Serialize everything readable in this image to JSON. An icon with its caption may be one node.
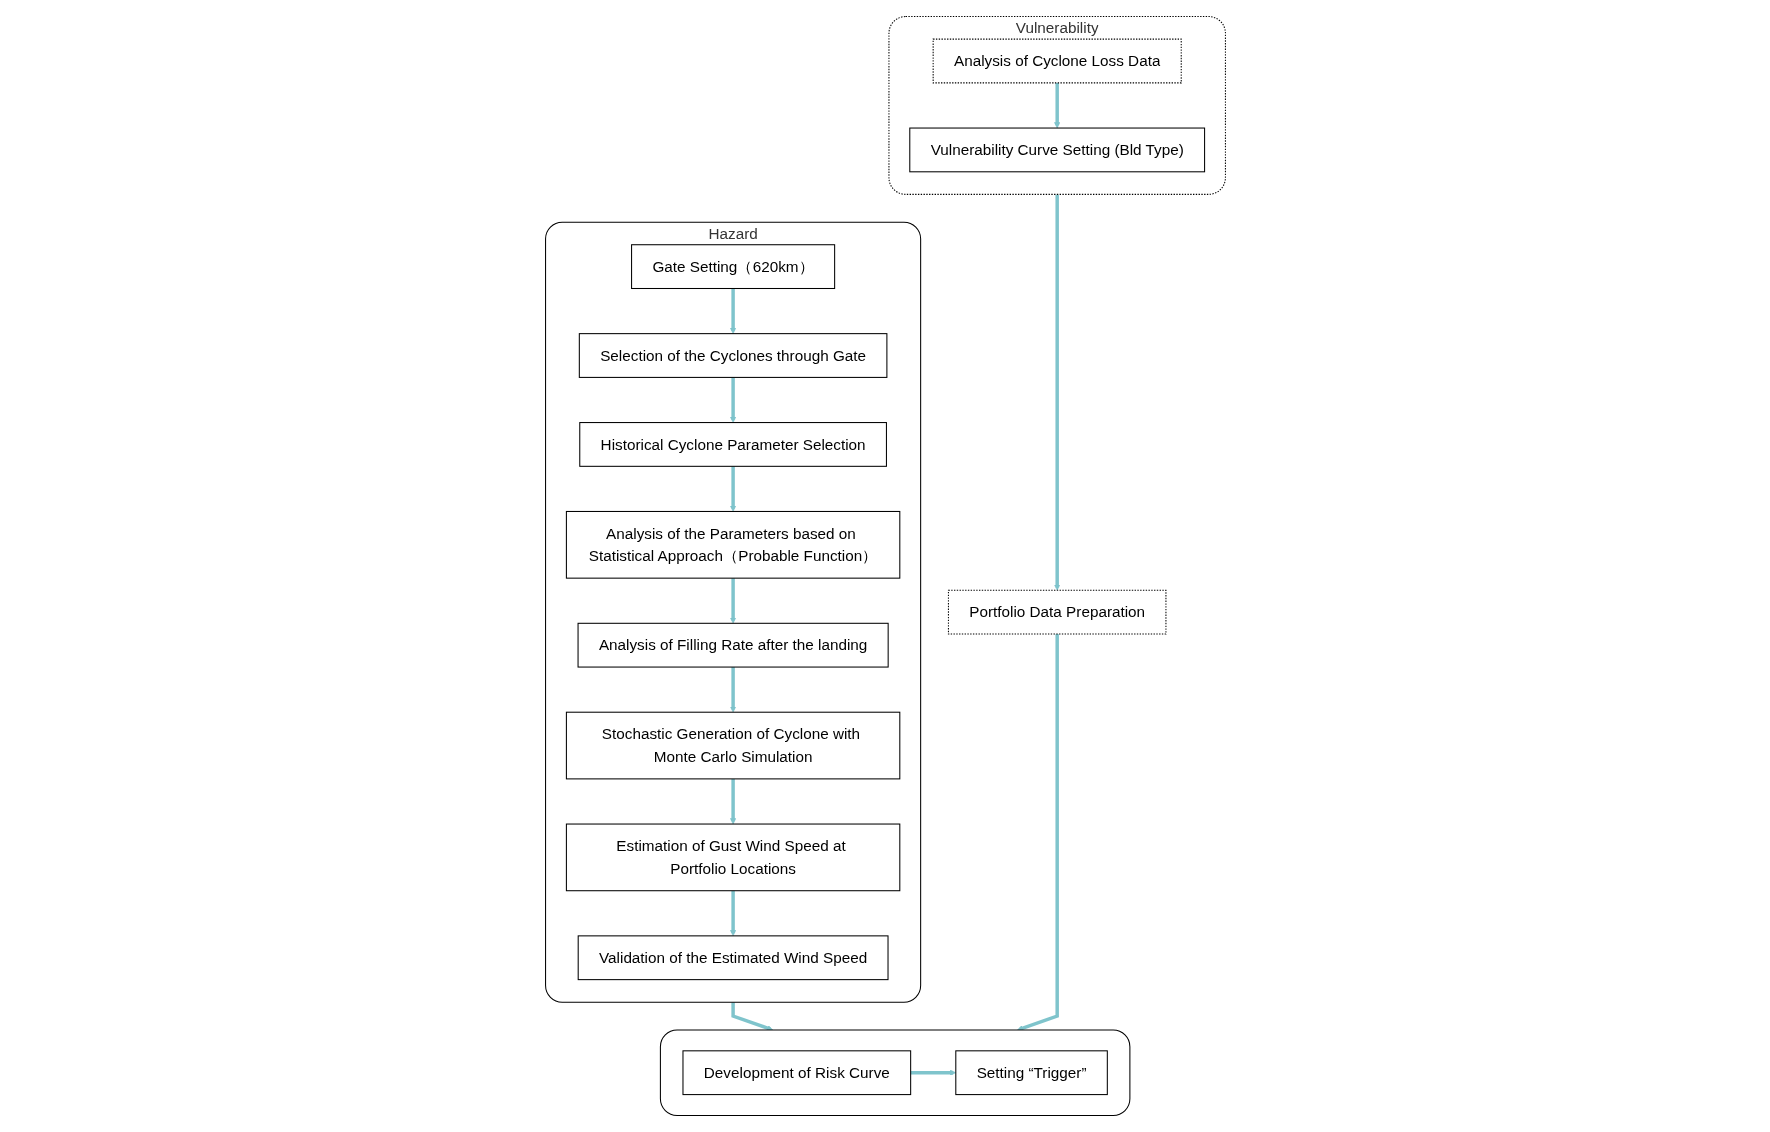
{
  "diagram": {
    "nodes": [
      {
        "text": [
          "Hazard"
        ]
      },
      {
        "text": [
          "Gate Setting（620km）"
        ],
        "in": 0
      },
      {
        "text": [
          "Selection of the Cyclones through Gate"
        ],
        "in": 0
      },
      {
        "text": [
          "Historical Cyclone Parameter Selection"
        ],
        "in": 0
      },
      {
        "text": [
          "Analysis of the Parameters based on Statistical Approach（Probable Function）"
        ],
        "in": 0
      },
      {
        "text": [
          "Analysis of Filling Rate after the landing"
        ],
        "in": 0
      },
      {
        "text": [
          "Stochastic Generation of Cyclone with Monte Carlo Simulation"
        ],
        "in": 0
      },
      {
        "text": [
          "Estimation of Gust Wind Speed at Portfolio Locations"
        ],
        "in": 0
      },
      {
        "text": [
          "Validation of the Estimated Wind Speed"
        ],
        "in": 0
      },
      {
        "text": [
          "Vulnerability"
        ]
      },
      {
        "text": [
          "Analysis of Cyclone Loss Data"
        ],
        "in": 9
      },
      {
        "text": [
          "Vulnerability Curve Setting (Bld Type)"
        ],
        "in": 9
      },
      {
        "text": [
          "Portfolio Data Preparation"
        ]
      },
      {
        "text": [],
        "shape": "box"
      },
      {
        "text": [
          "Development of Risk Curve"
        ],
        "in": 13
      },
      {
        "text": [
          "Setting “Trigger”"
        ],
        "in": 13
      }
    ],
    "edges": [
      {
        "from": 1,
        "to": 2,
        "arrow": "to"
      },
      {
        "from": 2,
        "to": 3,
        "arrow": "to"
      },
      {
        "from": 3,
        "to": 4,
        "arrow": "to"
      },
      {
        "from": 4,
        "to": 5,
        "arrow": "to"
      },
      {
        "from": 5,
        "to": 6,
        "arrow": "to"
      },
      {
        "from": 6,
        "to": 7,
        "arrow": "to"
      },
      {
        "from": 7,
        "to": 8,
        "arrow": "to"
      },
      {
        "from": 0,
        "to": 13,
        "arrow": "to"
      },
      {
        "from": 10,
        "to": 11,
        "arrow": "to"
      },
      {
        "from": 9,
        "to": 12,
        "arrow": "to"
      },
      {
        "from": 12,
        "to": 13,
        "arrow": "to"
      },
      {
        "from": 14,
        "to": 15,
        "arrow": "to"
      }
    ]
  }
}
